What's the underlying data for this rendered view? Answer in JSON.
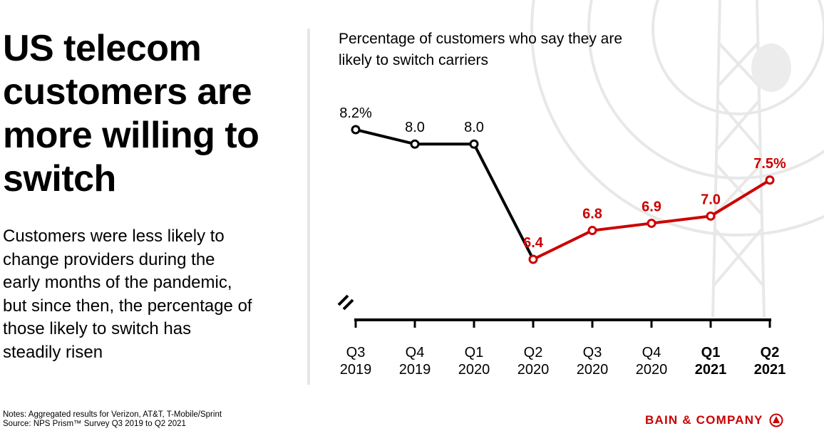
{
  "headline": "US telecom customers are more willing to switch",
  "description": "Customers were less likely to change providers during the early months of the pandemic, but since then, the percentage of those likely to switch has steadily risen",
  "chart_title": "Percentage of customers who say they are likely to switch carriers",
  "notes": [
    "Notes: Aggregated results for Verizon, AT&T, T-Mobile/Sprint",
    "Source: NPS Prism™ Survey Q3 2019 to Q2 2021"
  ],
  "brand": "BAIN & COMPANY",
  "colors": {
    "decline": "#000000",
    "rise": "#cc0000",
    "tower": "#e8e8e8"
  },
  "chart_data": {
    "type": "line",
    "categories": [
      {
        "q": "Q3",
        "y": "2019",
        "bold": false
      },
      {
        "q": "Q4",
        "y": "2019",
        "bold": false
      },
      {
        "q": "Q1",
        "y": "2020",
        "bold": false
      },
      {
        "q": "Q2",
        "y": "2020",
        "bold": false
      },
      {
        "q": "Q3",
        "y": "2020",
        "bold": false
      },
      {
        "q": "Q4",
        "y": "2020",
        "bold": false
      },
      {
        "q": "Q1",
        "y": "2021",
        "bold": true
      },
      {
        "q": "Q2",
        "y": "2021",
        "bold": true
      }
    ],
    "values": [
      8.2,
      8.0,
      8.0,
      6.4,
      6.8,
      6.9,
      7.0,
      7.5
    ],
    "labels": [
      "8.2%",
      "8.0",
      "8.0",
      "6.4",
      "6.8",
      "6.9",
      "7.0",
      "7.5%"
    ],
    "segments": [
      {
        "from": 0,
        "to": 3,
        "color": "#000000"
      },
      {
        "from": 3,
        "to": 7,
        "color": "#cc0000"
      }
    ],
    "title": "Percentage of customers who say they are likely to switch carriers",
    "ylim": [
      6.4,
      8.2
    ],
    "axis_break": true,
    "grid": false,
    "legend": "none"
  }
}
